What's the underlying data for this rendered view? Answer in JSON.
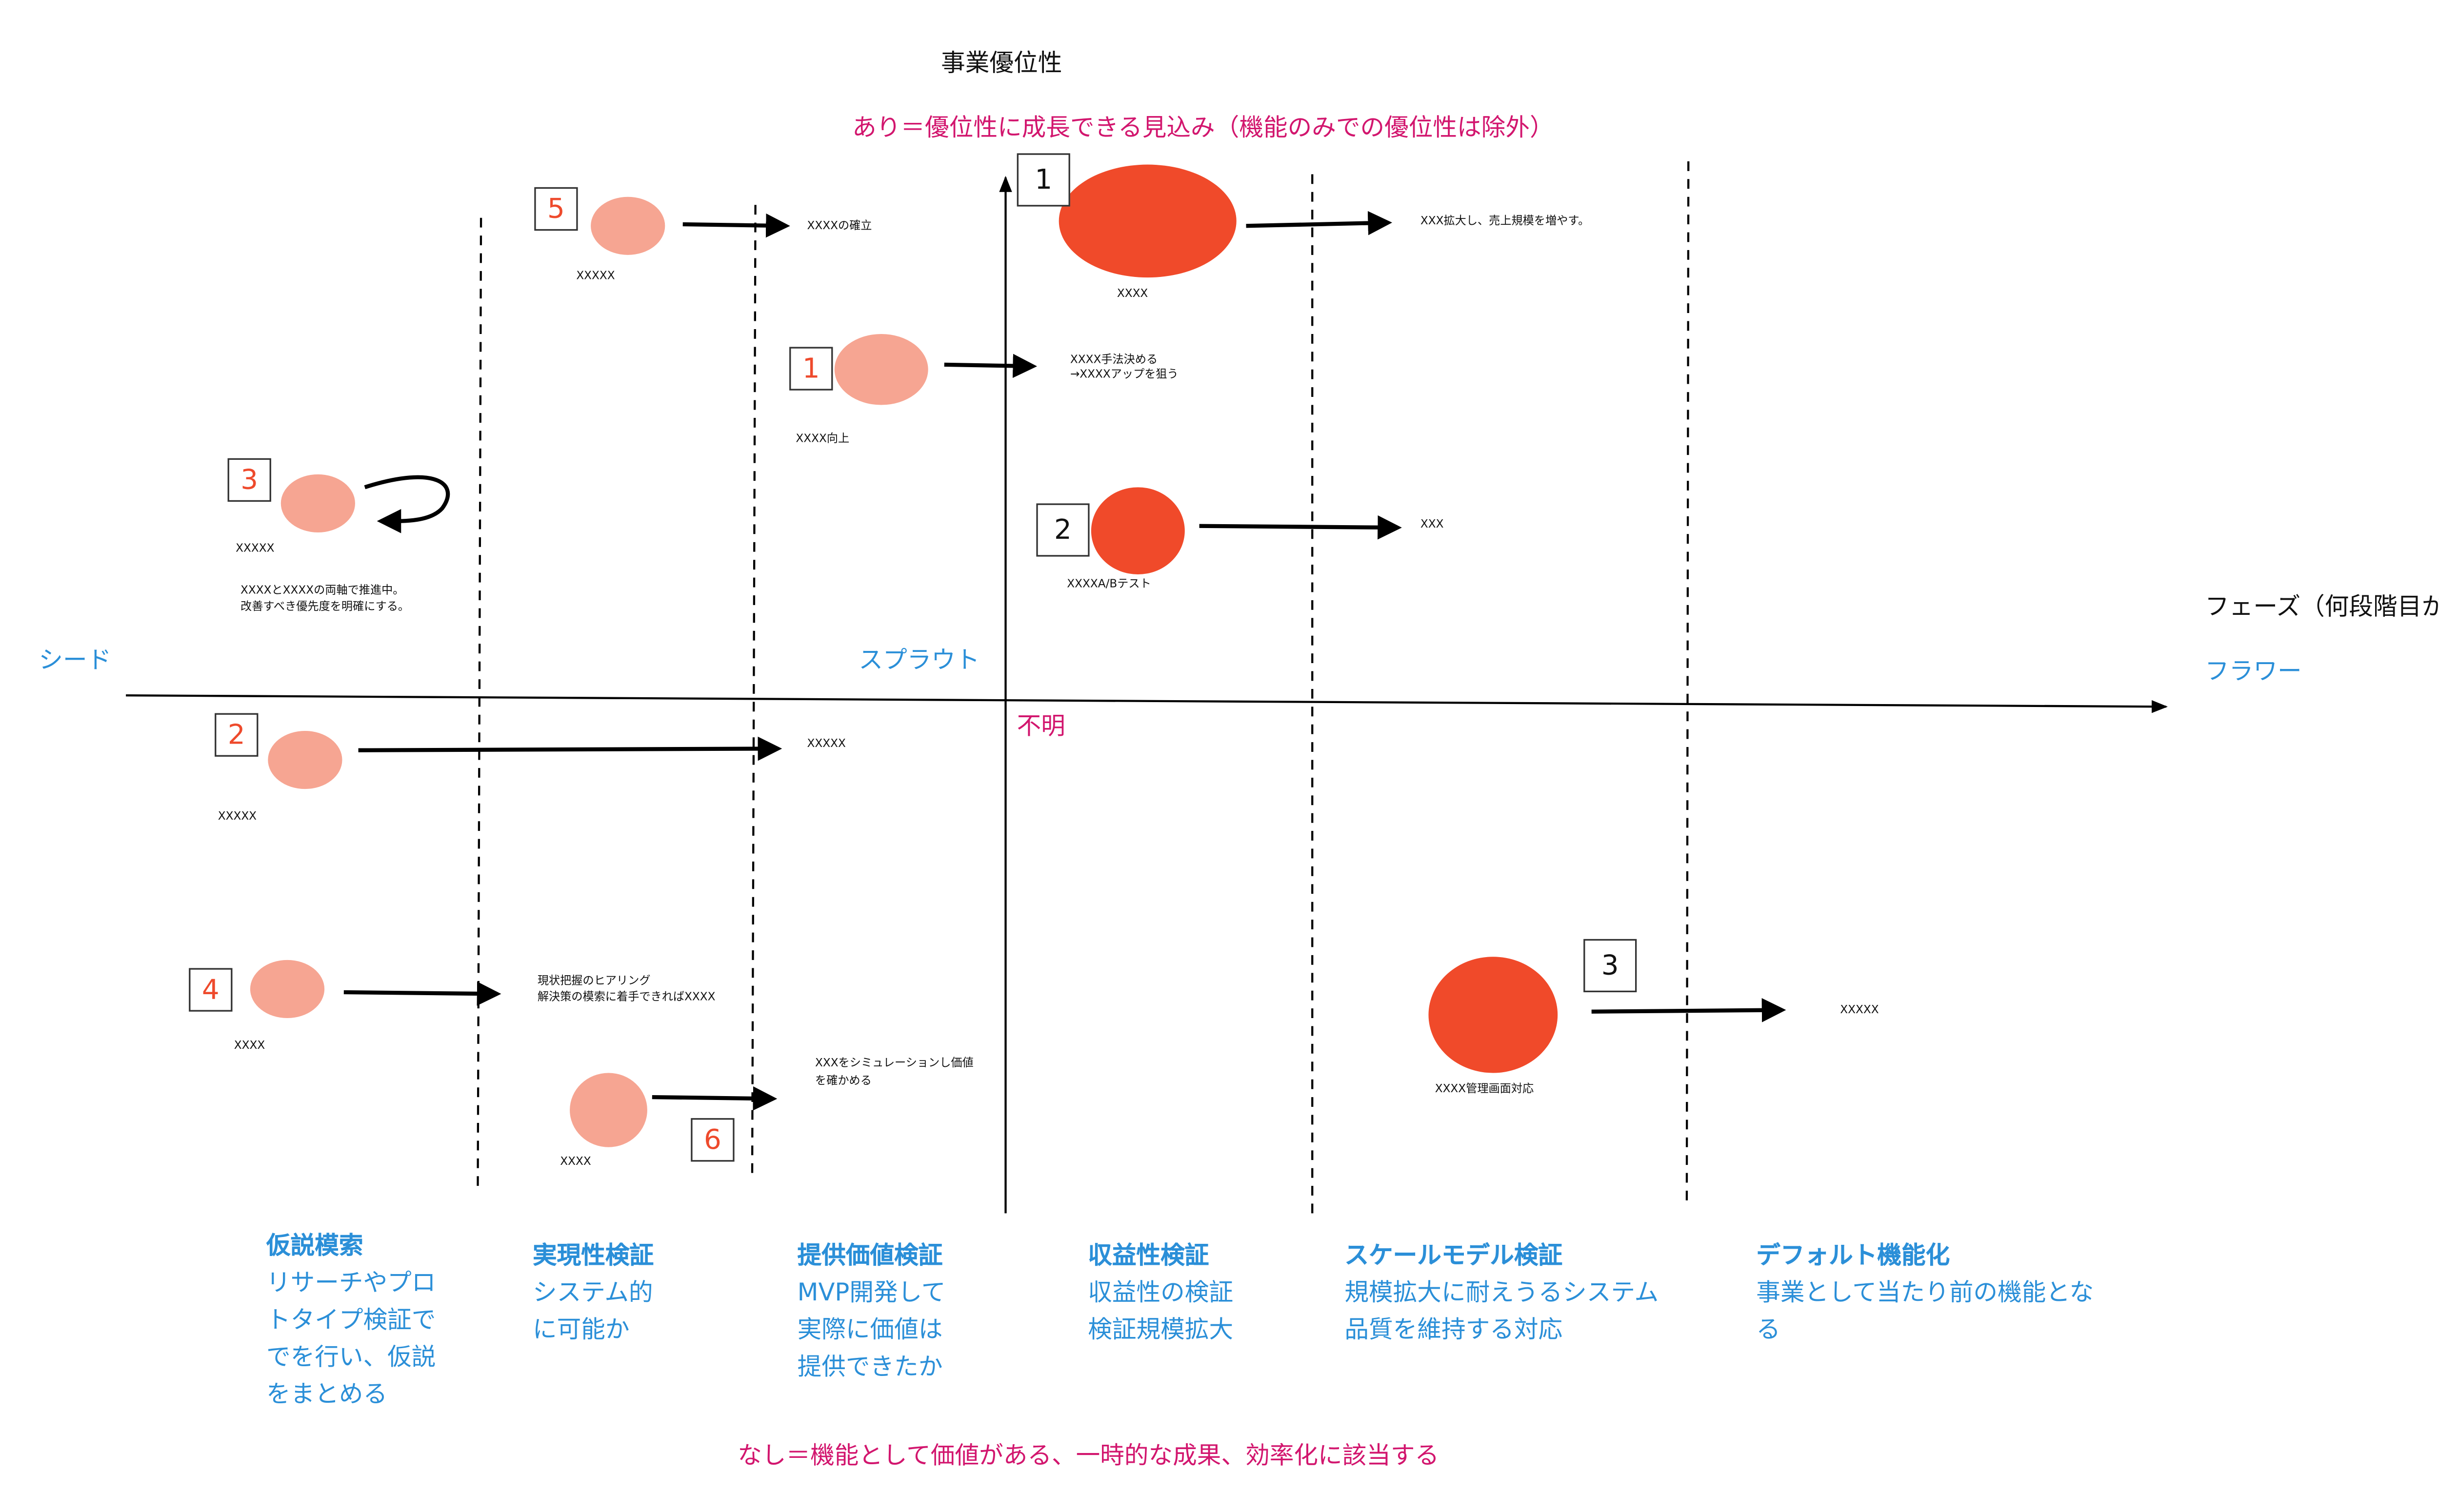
{
  "axes": {
    "y_title": "事業優位性",
    "y_top_label": "あり＝優位性に成長できる見込み（機能のみでの優位性は除外）",
    "y_bottom_label": "なし＝機能として価値がある、一時的な成果、効率化に該当する",
    "x_title": "フェーズ（何段階目か）",
    "x_seed": "シード",
    "x_sprout": "スプラウト",
    "x_flower": "フラワー",
    "unknown": "不明"
  },
  "colors": {
    "strong": "#f04a2a",
    "light": "#f6a592",
    "blue": "#2b8fd8",
    "magenta": "#d2166e"
  },
  "items": {
    "dark1": {
      "num": "1",
      "label": "XXXX",
      "result": "XXX拡大し、売上規模を増やす。"
    },
    "dark2": {
      "num": "2",
      "label": "XXXXA/Bテスト",
      "result": "XXX"
    },
    "dark3": {
      "num": "3",
      "label": "XXXX管理画面対応",
      "result": "XXXXX"
    },
    "light1": {
      "num": "1",
      "label": "XXXX向上",
      "result_lines": [
        "XXXX手法決める",
        "→XXXXアップを狙う"
      ]
    },
    "light2": {
      "num": "2",
      "label": "XXXXX",
      "result": "XXXXX"
    },
    "light3": {
      "num": "3",
      "label": "XXXXX",
      "result_lines": [
        "XXXXとXXXXの両軸で推進中。",
        "改善すべき優先度を明確にする。"
      ]
    },
    "light4": {
      "num": "4",
      "label": "XXXX",
      "result_lines": [
        "現状把握のヒアリング",
        "解決策の模索に着手できればXXXX"
      ]
    },
    "light5": {
      "num": "5",
      "label": "XXXXX",
      "result": "XXXXの確立"
    },
    "light6": {
      "num": "6",
      "label": "XXXX",
      "result_lines": [
        "XXXをシミュレーションし価値",
        "を確かめる"
      ]
    }
  },
  "phases": [
    {
      "title": "仮説模索",
      "lines": [
        "リサーチやプロ",
        "トタイプ検証で",
        "でを行い、仮説",
        "をまとめる"
      ]
    },
    {
      "title": "実現性検証",
      "lines": [
        "システム的",
        "に可能か"
      ]
    },
    {
      "title": "提供価値検証",
      "lines": [
        "MVP開発して",
        "実際に価値は",
        "提供できたか"
      ]
    },
    {
      "title": "収益性検証",
      "lines": [
        "収益性の検証",
        "検証規模拡大"
      ]
    },
    {
      "title": "スケールモデル検証",
      "lines": [
        "規模拡大に耐えうるシステム",
        "品質を維持する対応"
      ]
    },
    {
      "title": "デフォルト機能化",
      "lines": [
        "事業として当たり前の機能とな",
        "る"
      ]
    }
  ]
}
